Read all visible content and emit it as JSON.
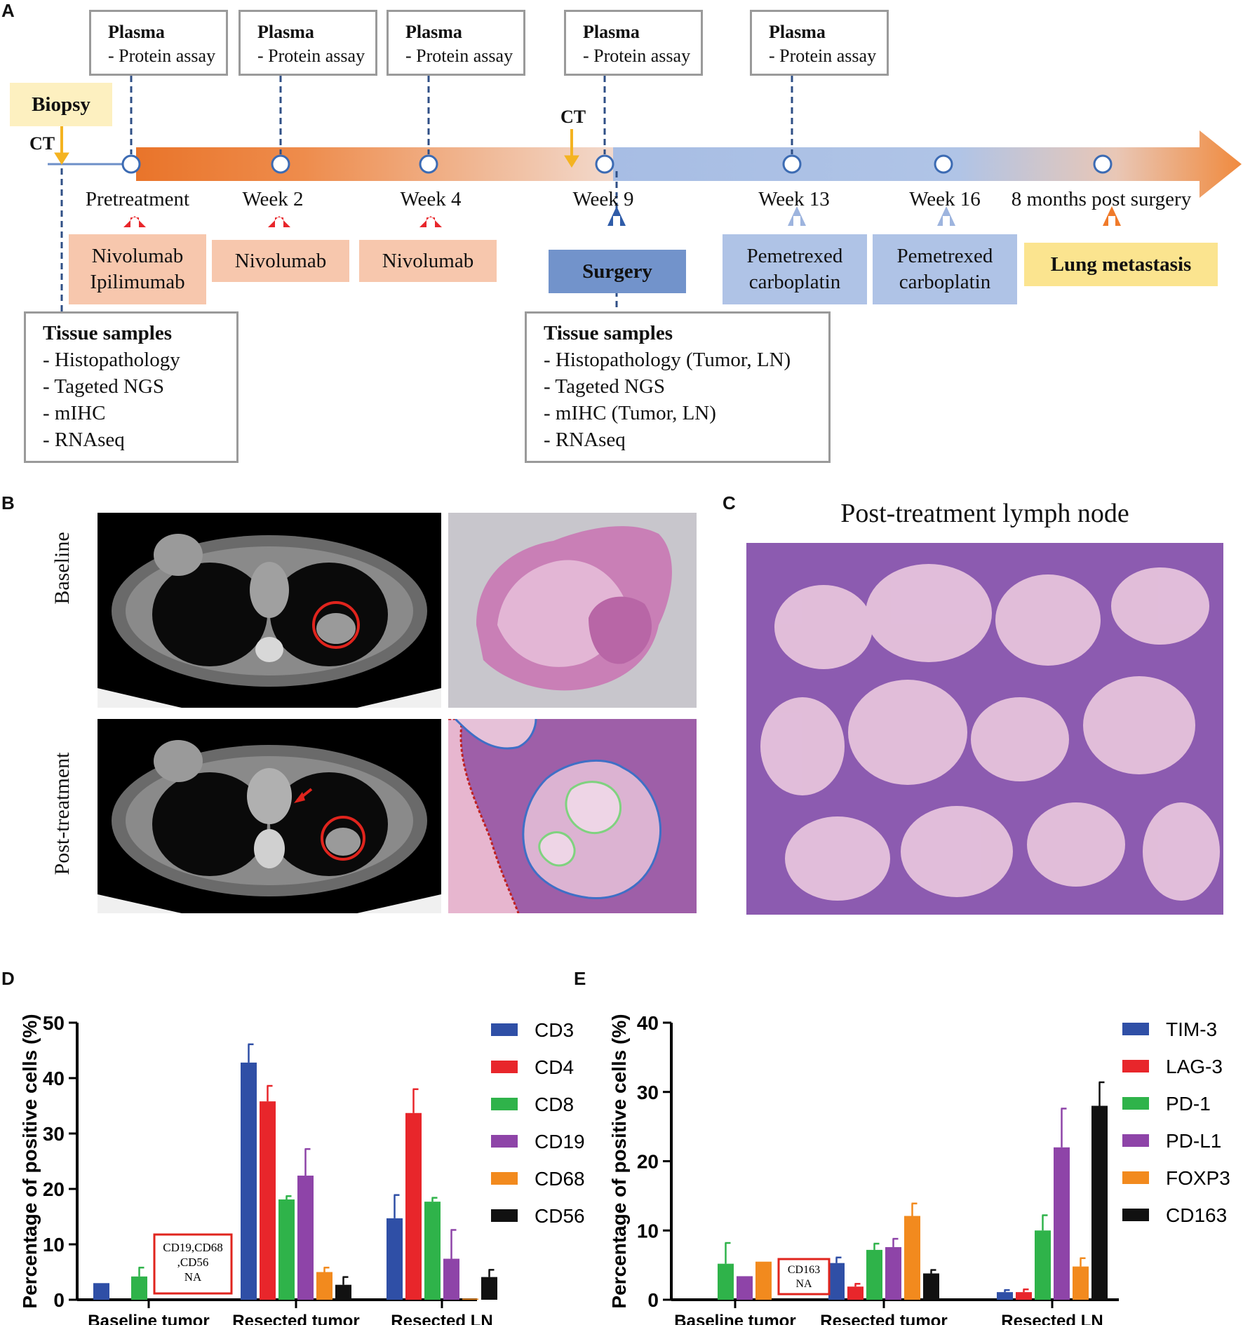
{
  "panels": {
    "a": "A",
    "b": "B",
    "c": "C",
    "d": "D",
    "e": "E"
  },
  "timeline": {
    "biopsy": "Biopsy",
    "ct_left": "CT",
    "ct_mid": "CT",
    "plasma_boxes": [
      {
        "title": "Plasma",
        "sub": "- Protein assay"
      },
      {
        "title": "Plasma",
        "sub": "- Protein assay"
      },
      {
        "title": "Plasma",
        "sub": "- Protein assay"
      },
      {
        "title": "Plasma",
        "sub": "- Protein assay"
      },
      {
        "title": "Plasma",
        "sub": "- Protein assay"
      }
    ],
    "timepoints": [
      "Pretreatment",
      "Week 2",
      "Week 4",
      "Week 9",
      "Week 13",
      "Week 16",
      "8 months post surgery"
    ],
    "treatments": {
      "nivo_ipi": [
        "Nivolumab",
        "Ipilimumab"
      ],
      "nivo_w2": "Nivolumab",
      "nivo_w4": "Nivolumab",
      "surgery": "Surgery",
      "chemo_w13": [
        "Pemetrexed",
        "carboplatin"
      ],
      "chemo_w16": [
        "Pemetrexed",
        "carboplatin"
      ],
      "lung_met": "Lung metastasis"
    },
    "tissue_left": {
      "title": "Tissue samples",
      "items": [
        "- Histopathology",
        "- Tageted NGS",
        "- mIHC",
        "- RNAseq"
      ]
    },
    "tissue_right": {
      "title": "Tissue samples",
      "items": [
        "- Histopathology (Tumor, LN)",
        "- Tageted NGS",
        "- mIHC (Tumor, LN)",
        "- RNAseq"
      ]
    },
    "colors": {
      "orange": "#e9742a",
      "blue": "#9db4de",
      "biopsy_bg": "#fdf0c0",
      "lung_bg": "#fbe48f",
      "surgery_bg": "#7293cb",
      "red_arrow": "#e8262b"
    }
  },
  "panel_b": {
    "row_labels": [
      "Baseline",
      "Post-treatment"
    ]
  },
  "panel_c": {
    "title": "Post-treatment lymph node"
  },
  "chart_data": [
    {
      "type": "bar",
      "ylabel": "Percentage of positive cells (%)",
      "ylim": [
        0,
        50
      ],
      "yticks": [
        0,
        10,
        20,
        30,
        40,
        50
      ],
      "categories": [
        "Baseline tumor",
        "Resected tumor",
        "Resected LN"
      ],
      "annotation": [
        "CD19,CD68",
        ",CD56",
        "NA"
      ],
      "series": [
        {
          "name": "CD3",
          "color": "#2f4fa6",
          "values": [
            3.0,
            42.8,
            14.7
          ],
          "errors": [
            0,
            3.3,
            4.2
          ]
        },
        {
          "name": "CD4",
          "color": "#e8262b",
          "values": [
            null,
            35.8,
            33.7
          ],
          "errors": [
            0,
            2.8,
            4.3
          ]
        },
        {
          "name": "CD8",
          "color": "#2fb34a",
          "values": [
            4.2,
            18.1,
            17.7
          ],
          "errors": [
            1.6,
            0.6,
            0.7
          ]
        },
        {
          "name": "CD19",
          "color": "#8e44a8",
          "values": [
            null,
            22.4,
            7.4
          ],
          "errors": [
            0,
            4.8,
            5.2
          ]
        },
        {
          "name": "CD68",
          "color": "#f28a1e",
          "values": [
            null,
            5.0,
            0.2
          ],
          "errors": [
            0,
            0.8,
            0
          ]
        },
        {
          "name": "CD56",
          "color": "#111111",
          "values": [
            null,
            2.7,
            4.1
          ],
          "errors": [
            0,
            1.4,
            1.3
          ]
        }
      ]
    },
    {
      "type": "bar",
      "ylabel": "Percentage of positive cells (%)",
      "ylim": [
        0,
        40
      ],
      "yticks": [
        0,
        10,
        20,
        30,
        40
      ],
      "categories": [
        "Baseline tumor",
        "Resected tumor",
        "Resected LN"
      ],
      "annotation": [
        "CD163",
        "NA"
      ],
      "series": [
        {
          "name": "TIM-3",
          "color": "#2f4fa6",
          "values": [
            null,
            5.3,
            1.1
          ],
          "errors": [
            0,
            0.8,
            0.3
          ]
        },
        {
          "name": "LAG-3",
          "color": "#e8262b",
          "values": [
            null,
            1.9,
            1.1
          ],
          "errors": [
            0,
            0.4,
            0.4
          ]
        },
        {
          "name": "PD-1",
          "color": "#2fb34a",
          "values": [
            5.2,
            7.2,
            10.0
          ],
          "errors": [
            3.0,
            0.9,
            2.2
          ]
        },
        {
          "name": "PD-L1",
          "color": "#8e44a8",
          "values": [
            3.4,
            7.6,
            22.0
          ],
          "errors": [
            0,
            1.2,
            5.6
          ]
        },
        {
          "name": "FOXP3",
          "color": "#f28a1e",
          "values": [
            5.5,
            12.1,
            4.8
          ],
          "errors": [
            0,
            1.8,
            1.2
          ]
        },
        {
          "name": "CD163",
          "color": "#111111",
          "values": [
            null,
            3.8,
            28.0
          ],
          "errors": [
            0,
            0.5,
            3.4
          ]
        }
      ]
    }
  ]
}
